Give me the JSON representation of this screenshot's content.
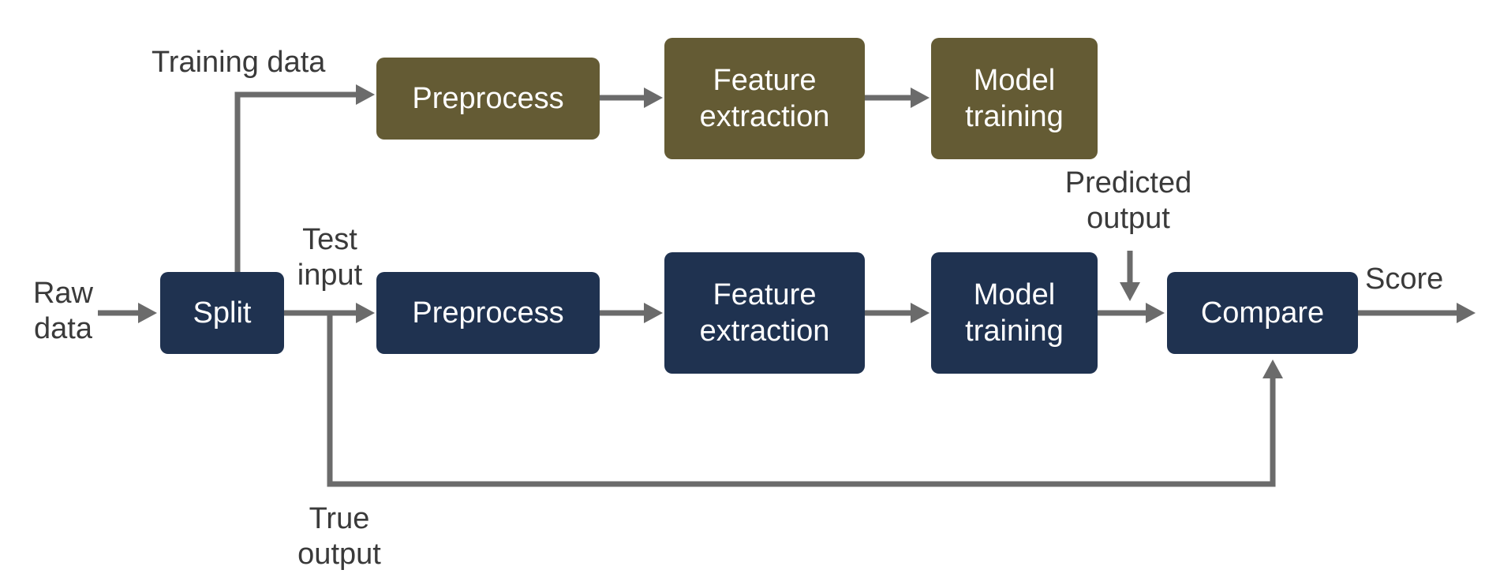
{
  "colors": {
    "training_box": "#645b34",
    "test_box": "#1f3250",
    "arrow": "#6b6b6b",
    "text": "#3a3a3a"
  },
  "labels": {
    "raw_data": "Raw\ndata",
    "training_data": "Training data",
    "test_input": "Test\ninput",
    "true_output": "True\noutput",
    "predicted_output": "Predicted\noutput",
    "score": "Score"
  },
  "boxes": {
    "split": "Split",
    "train_preprocess": "Preprocess",
    "train_feature_extraction": "Feature\nextraction",
    "train_model_training": "Model\ntraining",
    "test_preprocess": "Preprocess",
    "test_feature_extraction": "Feature\nextraction",
    "test_model_training": "Model\ntraining",
    "compare": "Compare"
  }
}
